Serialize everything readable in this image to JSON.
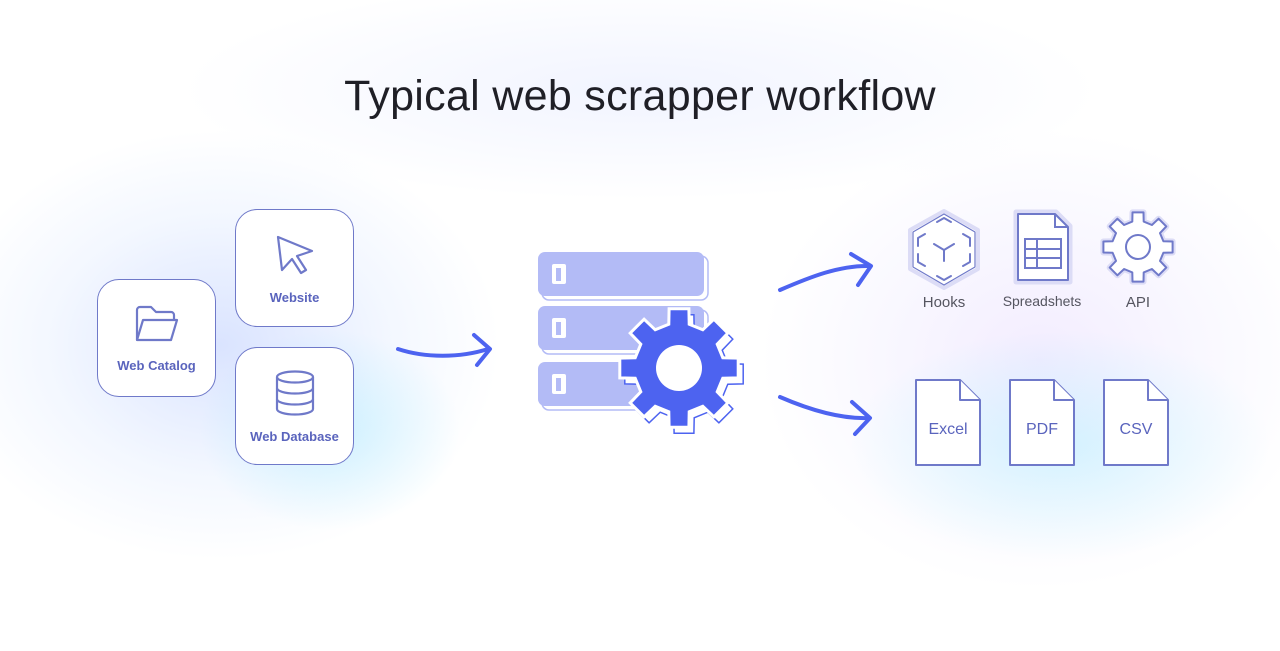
{
  "title": "Typical web scrapper workflow",
  "sources": {
    "catalog": {
      "label": "Web Catalog",
      "icon": "folder-icon"
    },
    "website": {
      "label": "Website",
      "icon": "cursor-icon"
    },
    "database": {
      "label": "Web Database",
      "icon": "database-icon"
    }
  },
  "processor": {
    "icon": "server-gear-icon"
  },
  "outputs": {
    "hooks": {
      "label": "Hooks",
      "icon": "cube-icon"
    },
    "spreadsheets": {
      "label": "Spreadshets",
      "icon": "spreadsheet-icon"
    },
    "api": {
      "label": "API",
      "icon": "gear-icon"
    }
  },
  "files": {
    "excel": {
      "label": "Excel",
      "icon": "file-icon"
    },
    "pdf": {
      "label": "PDF",
      "icon": "file-icon"
    },
    "csv": {
      "label": "CSV",
      "icon": "file-icon"
    }
  },
  "colors": {
    "accent": "#4d63f0",
    "outline": "#6f79c9",
    "server_fill": "#b3bbf6",
    "title": "#1f1f26"
  }
}
